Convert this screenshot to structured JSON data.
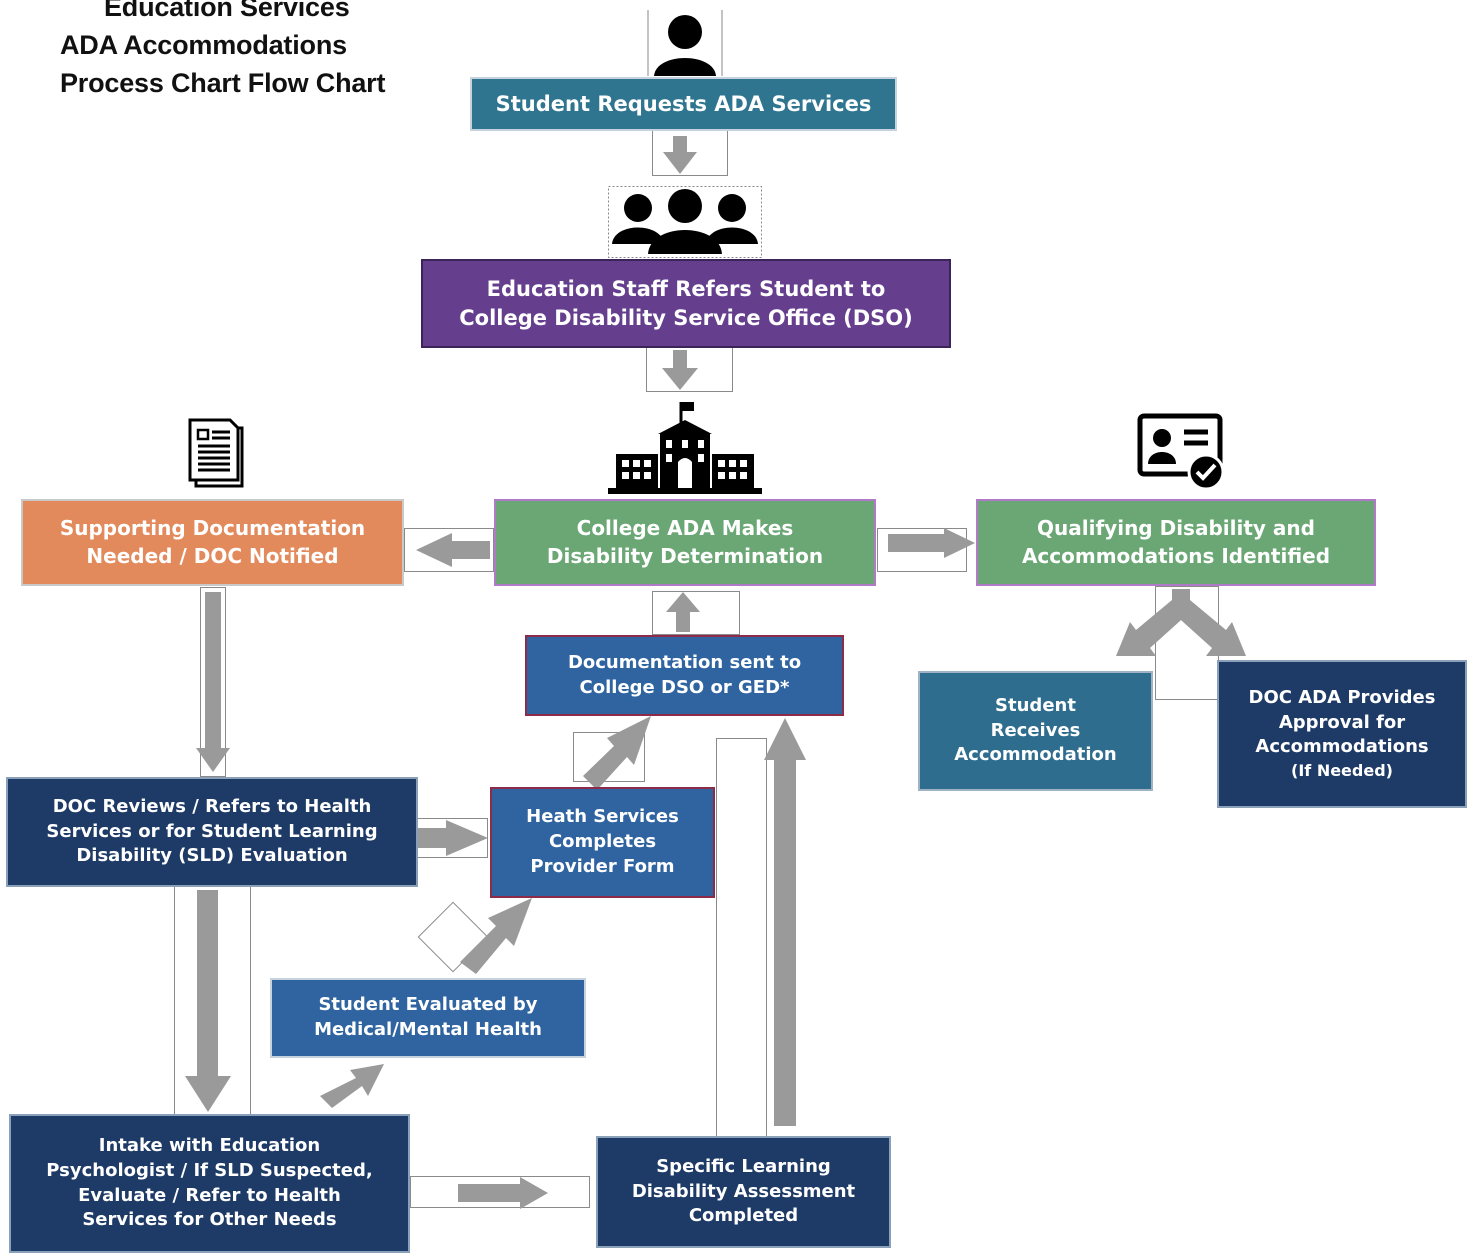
{
  "title": {
    "line1": "Education Services",
    "line2": "ADA Accommodations",
    "line3": "Process Chart Flow Chart"
  },
  "nodes": {
    "student_requests": "Student Requests ADA Services",
    "staff_refers_l1": "Education Staff Refers Student to",
    "staff_refers_l2": "College Disability Service Office (DSO)",
    "supporting_doc_l1": "Supporting Documentation",
    "supporting_doc_l2": "Needed / DOC Notified",
    "college_ada_l1": "College ADA Makes",
    "college_ada_l2": "Disability Determination",
    "qualifying_l1": "Qualifying Disability and",
    "qualifying_l2": "Accommodations Identified",
    "documentation_sent_l1": "Documentation sent to",
    "documentation_sent_l2": "College DSO or GED*",
    "student_receives_l1": "Student",
    "student_receives_l2": "Receives",
    "student_receives_l3": "Accommodation",
    "doc_ada_l1": "DOC ADA Provides",
    "doc_ada_l2": "Approval for",
    "doc_ada_l3": "Accommodations",
    "doc_ada_l4": "(If Needed)",
    "doc_reviews_l1": "DOC Reviews / Refers to Health",
    "doc_reviews_l2": "Services or for Student Learning",
    "doc_reviews_l3": "Disability (SLD) Evaluation",
    "health_services_l1": "Heath Services",
    "health_services_l2": "Completes",
    "health_services_l3": "Provider  Form",
    "student_evaluated_l1": "Student Evaluated by",
    "student_evaluated_l2": "Medical/Mental Health",
    "intake_l1": "Intake with Education",
    "intake_l2": "Psychologist / If SLD Suspected,",
    "intake_l3": "Evaluate / Refer to Health",
    "intake_l4": "Services for Other Needs",
    "sld_assessment_l1": "Specific Learning",
    "sld_assessment_l2": "Disability Assessment",
    "sld_assessment_l3": "Completed"
  },
  "icons": [
    "person-icon",
    "group-icon",
    "document-icon",
    "school-building-icon",
    "id-card-check-icon"
  ],
  "colors": {
    "teal": "#2f7590",
    "purple": "#653f8e",
    "green": "#6aa774",
    "orange": "#e28a5c",
    "blue": "#2f64a1",
    "navy": "#1e3a66",
    "arrow": "#9a9a9a"
  }
}
